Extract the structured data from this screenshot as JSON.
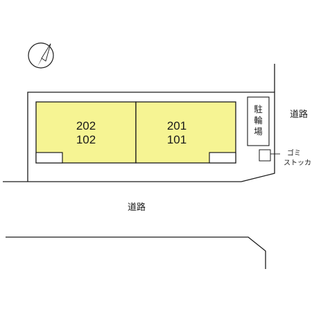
{
  "compass": {
    "icon": "north-arrow-icon"
  },
  "units": {
    "left": {
      "upper": "202",
      "lower": "102"
    },
    "right": {
      "upper": "201",
      "lower": "101"
    }
  },
  "roads": {
    "east_label": "道路",
    "south_label": "道路"
  },
  "bicycle_parking": {
    "chars": [
      "駐",
      "輪",
      "場"
    ]
  },
  "garbage": {
    "line1": "ゴミ",
    "line2": "ストッカー"
  },
  "colors": {
    "building_fill": "#f6f493",
    "outline": "#1a1a1a",
    "background": "#ffffff"
  }
}
